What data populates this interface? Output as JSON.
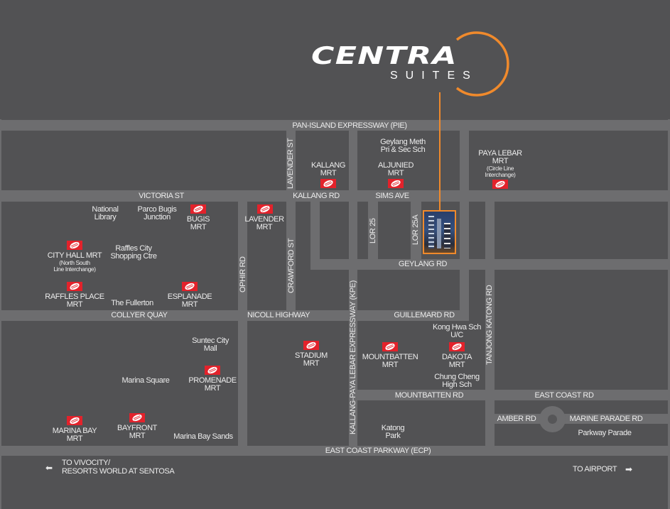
{
  "logo": {
    "brand": "CENTRA",
    "sub": "SUITES",
    "accent": "#f08a2c"
  },
  "roads": {
    "pie": "PAN-ISLAND EXPRESSWAY (PIE)",
    "victoria": "VICTORIA ST",
    "kallang_rd": "KALLANG RD",
    "sims": "SIMS AVE",
    "lavender_st": "LAVENDER ST",
    "lor25": "LOR 25",
    "lor25a": "LOR 25A",
    "geylang": "GEYLANG RD",
    "ophir": "OPHIR RD",
    "crawford": "CRAWFORD ST",
    "kpe": "KALLANG-PAYA LEBAR EXPRESSWAY (KPE)",
    "tanjong": "TANJONG KATONG RD",
    "collyer": "COLLYER QUAY",
    "nicoll": "NICOLL HIGHWAY",
    "guillemard": "GUILLEMARD RD",
    "mountbatten": "MOUNTBATTEN RD",
    "east_coast": "EAST COAST RD",
    "amber": "AMBER RD",
    "marine_parade": "MARINE PARADE RD",
    "ecp": "EAST COAST PARKWAY (ECP)"
  },
  "stations": {
    "kallang": [
      "KALLANG",
      "MRT"
    ],
    "aljunied": [
      "ALJUNIED",
      "MRT"
    ],
    "paya_lebar": [
      "PAYA LEBAR",
      "MRT",
      "(Circle Line",
      "Interchange)"
    ],
    "bugis": [
      "BUGIS",
      "MRT"
    ],
    "lavender": [
      "LAVENDER",
      "MRT"
    ],
    "city_hall": [
      "CITY HALL MRT",
      "(North South",
      "Line Interchange)"
    ],
    "raffles_place": [
      "RAFFLES PLACE",
      "MRT"
    ],
    "esplanade": [
      "ESPLANADE",
      "MRT"
    ],
    "stadium": [
      "STADIUM",
      "MRT"
    ],
    "mountbatten": [
      "MOUNTBATTEN",
      "MRT"
    ],
    "dakota": [
      "DAKOTA",
      "MRT"
    ],
    "promenade": [
      "PROMENADE",
      "MRT"
    ],
    "marina_bay": [
      "MARINA BAY",
      "MRT"
    ],
    "bayfront": [
      "BAYFRONT",
      "MRT"
    ]
  },
  "places": {
    "geylang_meth": [
      "Geylang Meth",
      "Pri & Sec Sch"
    ],
    "national_library": [
      "National",
      "Library"
    ],
    "parco": [
      "Parco Bugis",
      "Junction"
    ],
    "raffles_city": [
      "Raffles City",
      "Shopping Ctre"
    ],
    "fullerton": "The Fullerton",
    "kong_hwa": [
      "Kong Hwa Sch",
      "U/C"
    ],
    "chung_cheng": [
      "Chung Cheng",
      "High Sch"
    ],
    "suntec": [
      "Suntec City",
      "Mall"
    ],
    "marina_square": "Marina Square",
    "marina_bay_sands": "Marina Bay Sands",
    "katong_park": [
      "Katong",
      "Park"
    ],
    "parkway_parade": "Parkway Parade"
  },
  "directions": {
    "vivocity": [
      "TO VIVOCITY/",
      "RESORTS WORLD AT SENTOSA"
    ],
    "airport": "TO AIRPORT"
  },
  "colors": {
    "mrt_red": "#e3222b",
    "road": "#6d6d6f",
    "block": "#525254"
  }
}
